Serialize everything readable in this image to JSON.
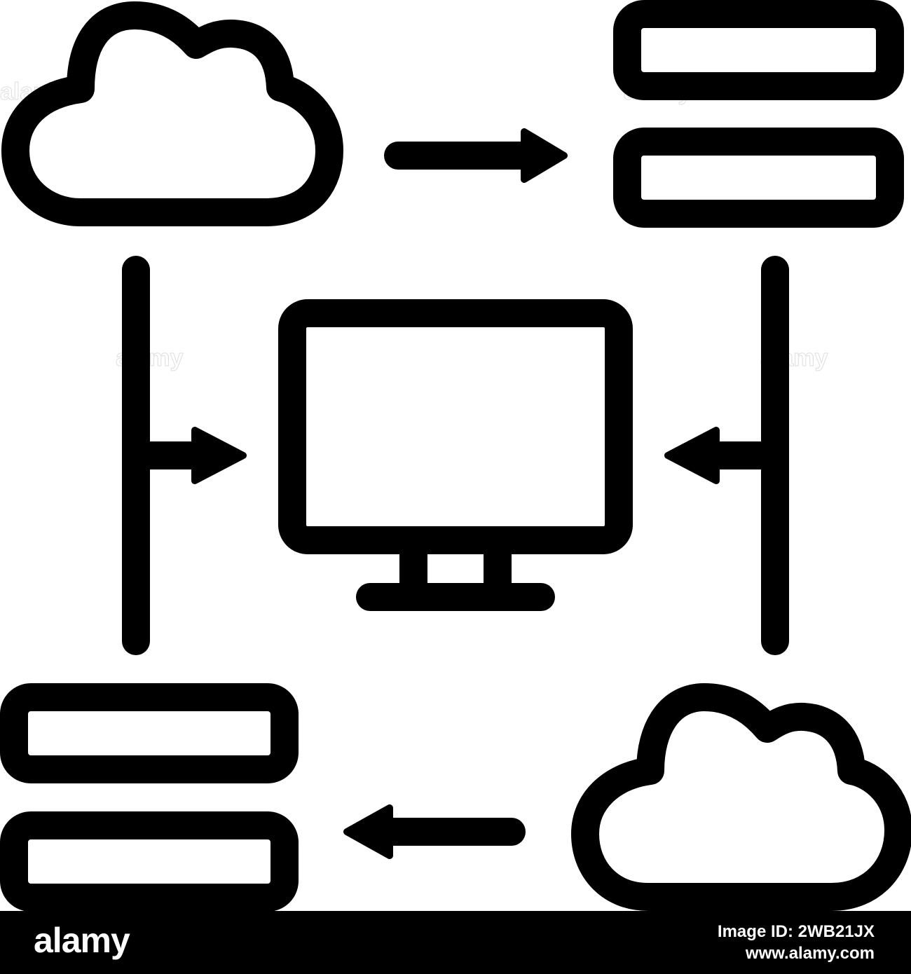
{
  "colors": {
    "line": "#000000",
    "background": "#ffffff",
    "footer_bg": "#000000",
    "footer_text": "#ffffff"
  },
  "icons": [
    "cloud-icon",
    "server-icon",
    "monitor-icon",
    "arrow-right-icon",
    "arrow-left-icon"
  ],
  "watermark": {
    "text": "alamy"
  },
  "footer": {
    "logo": "alamy",
    "image_id_line": "Image ID: 2WB21JX",
    "site": "www.alamy.com"
  }
}
